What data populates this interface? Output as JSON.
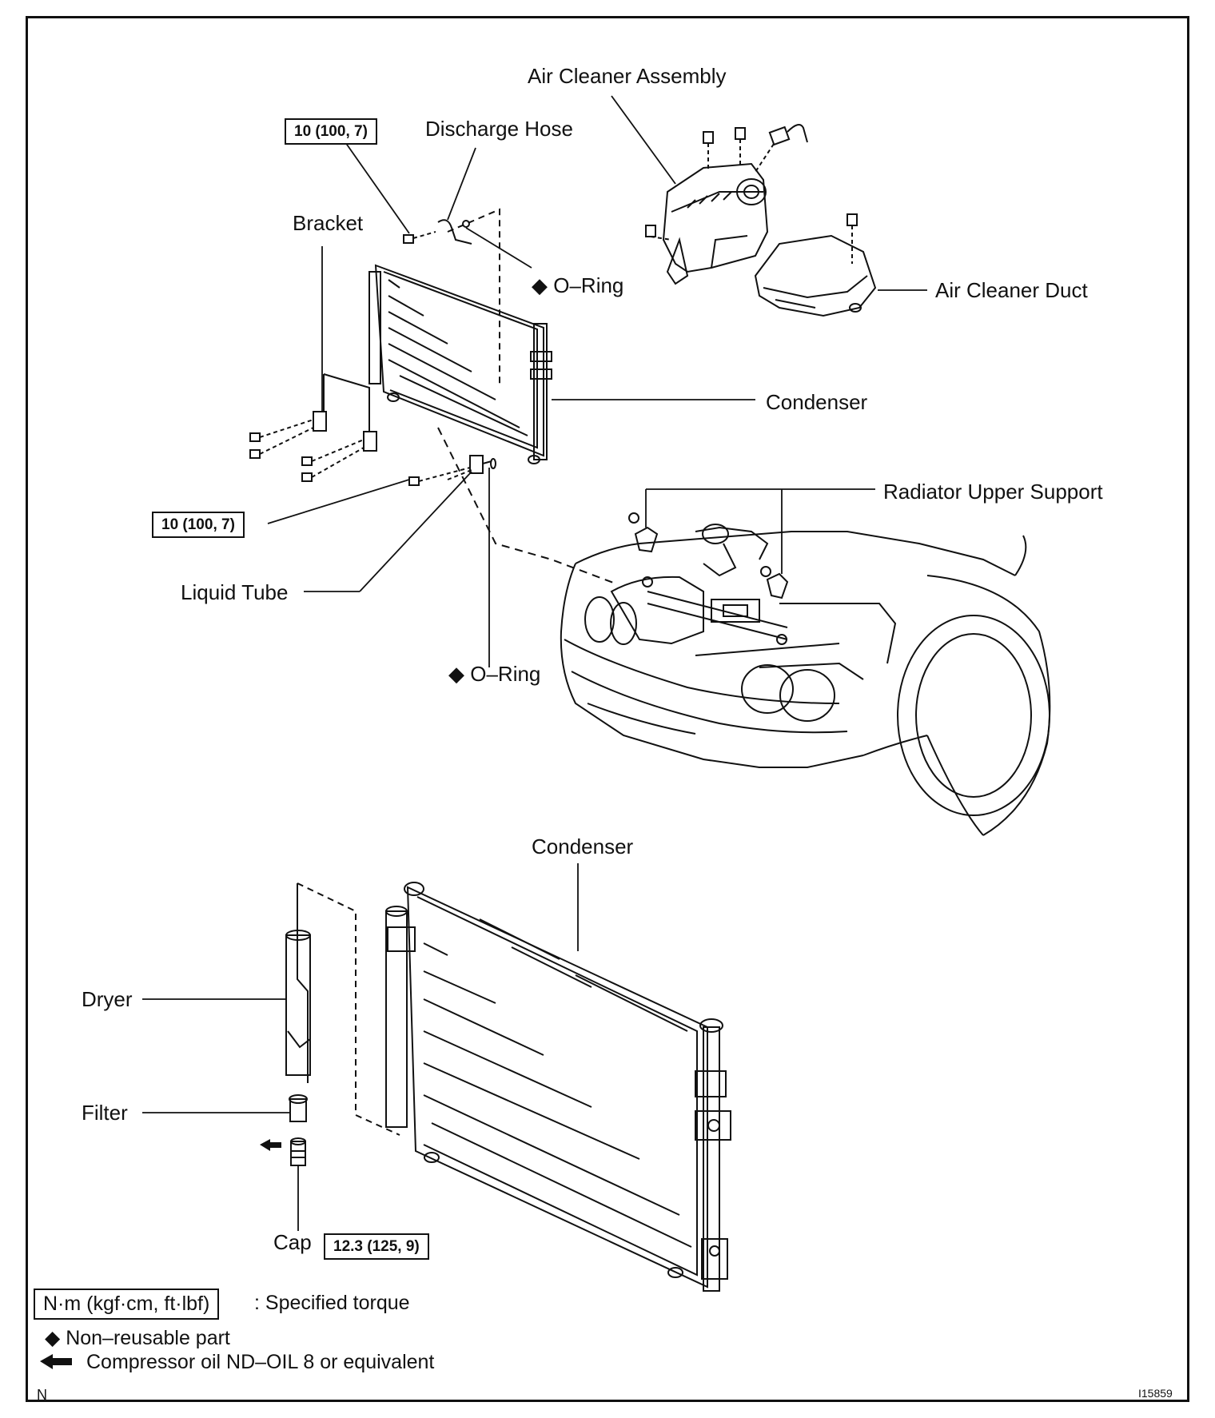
{
  "labels": {
    "air_cleaner_assembly": "Air Cleaner Assembly",
    "discharge_hose": "Discharge Hose",
    "bracket": "Bracket",
    "o_ring_top": "O–Ring",
    "air_cleaner_duct": "Air Cleaner Duct",
    "condenser_top": "Condenser",
    "radiator_upper_support": "Radiator Upper Support",
    "liquid_tube": "Liquid Tube",
    "o_ring_bottom": "O–Ring",
    "condenser_bottom": "Condenser",
    "dryer": "Dryer",
    "filter": "Filter",
    "cap": "Cap"
  },
  "torques": {
    "discharge_hose_bolt": "10 (100, 7)",
    "liquid_tube_bolt": "10 (100, 7)",
    "cap": "12.3 (125, 9)"
  },
  "legend": {
    "torque_unit": "N·m (kgf·cm, ft·lbf)",
    "torque_desc": ": Specified torque",
    "non_reusable": "Non–reusable part",
    "compressor_oil": "Compressor oil ND–OIL 8 or equivalent"
  },
  "footer": {
    "left": "N",
    "right": "I15859"
  },
  "symbols": {
    "diamond": "◆"
  }
}
